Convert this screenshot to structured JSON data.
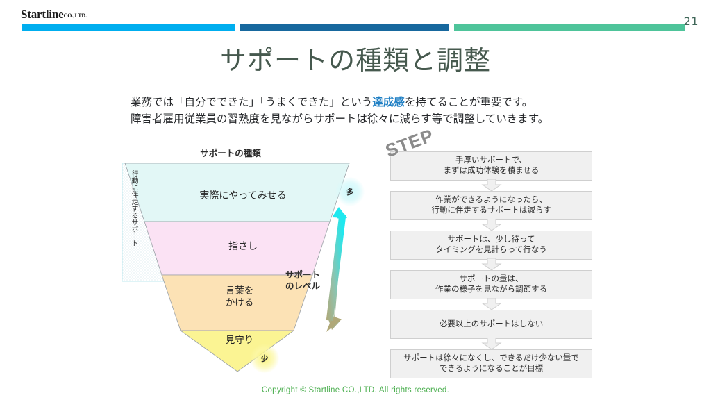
{
  "header": {
    "logo_name": "Startline",
    "logo_suffix": "CO.,LTD.",
    "page_number": "21",
    "bar_colors": [
      "#00aeef",
      "#17689e",
      "#4ec49a"
    ]
  },
  "title": "サポートの種類と調整",
  "lead": {
    "line1_before": "業務では「自分でできた」「うまくできた」という",
    "line1_highlight": "達成感",
    "line1_after": "を持てることが重要です。",
    "line2": "障害者雇用従業員の習熟度を見ながらサポートは徐々に減らす等で調整していきます。",
    "highlight_color": "#1f7fc4"
  },
  "funnel": {
    "caption": "サポートの種類",
    "side_label": "行動に伴走するサポート",
    "level_label_line1": "サポート",
    "level_label_line2": "のレベル",
    "badge_many": "多",
    "badge_few": "少",
    "levels": [
      {
        "label": "実際にやってみせる",
        "color": "#e2f7f6"
      },
      {
        "label": "指さし",
        "color": "#fbe2f4"
      },
      {
        "label": "言葉を\nかける",
        "color": "#fce2b5"
      },
      {
        "label": "見守り",
        "color": "#fbf493"
      }
    ],
    "arrow_gradient_from": "#20e5e5",
    "arrow_gradient_to": "#b0a878"
  },
  "steps": {
    "heading": "STEP",
    "items": [
      {
        "line1": "手厚いサポートで、",
        "line2": "まずは成功体験を積ませる"
      },
      {
        "line1": "作業ができるようになったら、",
        "line2": "行動に伴走するサポートは減らす"
      },
      {
        "line1": "サポートは、少し待って",
        "line2": "タイミングを見計らって行なう"
      },
      {
        "line1": "サポートの量は、",
        "line2": "作業の様子を見ながら調節する"
      },
      {
        "line1": "必要以上のサポートはしない",
        "line2": ""
      },
      {
        "line1": "サポートは徐々になくし、できるだけ少ない量で",
        "line2": "できるようになることが目標"
      }
    ]
  },
  "footer": "Copyright © Startline CO.,LTD. All rights reserved."
}
